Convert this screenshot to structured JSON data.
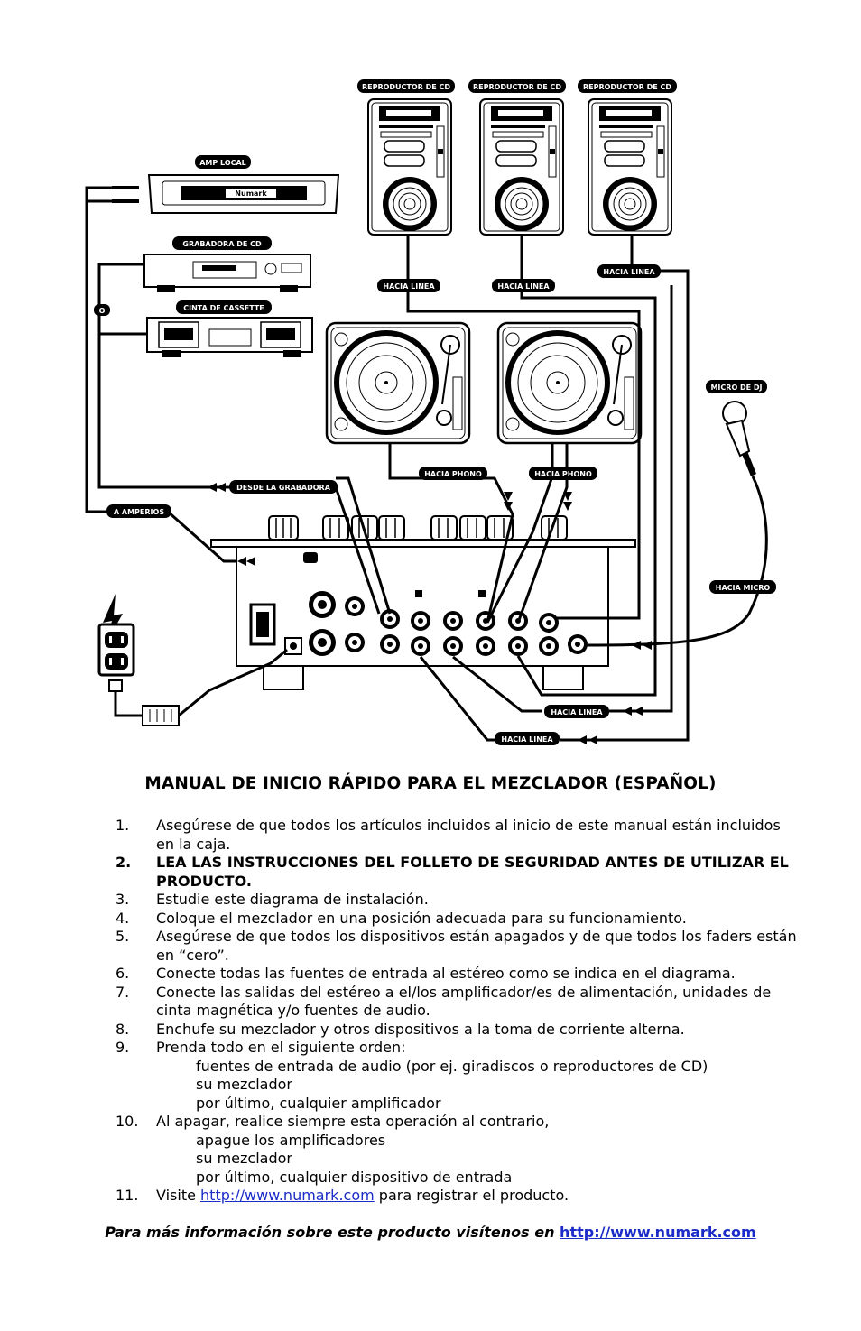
{
  "diagram": {
    "labels": {
      "cd1": "REPRODUCTOR DE CD",
      "cd2": "REPRODUCTOR DE CD",
      "cd3": "REPRODUCTOR DE CD",
      "amp": "AMP LOCAL",
      "cd_recorder": "GRABADORA DE CD",
      "cassette": "CINTA DE CASSETTE",
      "or": "O",
      "line1": "HACIA LINEA",
      "line2": "HACIA LINEA",
      "line3": "HACIA LINEA",
      "mic_dj": "MICRO DE DJ",
      "phono1": "HACIA PHONO",
      "phono2": "HACIA PHONO",
      "from_recorder": "DESDE LA GRABADORA",
      "to_amps": "A AMPERIOS",
      "to_mic": "HACIA MICRO",
      "line4": "HACIA LINEA",
      "line5": "HACIA LINEA"
    },
    "brand": "Numark"
  },
  "title": "MANUAL DE INICIO RÁPIDO PARA EL MEZCLADOR (ESPAÑOL)",
  "steps": [
    {
      "n": "1.",
      "text": "Asegúrese de que todos los artículos incluidos al inicio de este manual están incluidos en la caja."
    },
    {
      "n": "2.",
      "text": "LEA LAS INSTRUCCIONES DEL FOLLETO DE SEGURIDAD ANTES DE UTILIZAR EL PRODUCTO."
    },
    {
      "n": "3.",
      "text": "Estudie este diagrama de instalación."
    },
    {
      "n": "4.",
      "text": "Coloque el mezclador en una posición adecuada para su funcionamiento."
    },
    {
      "n": "5.",
      "text": "Asegúrese de que todos los dispositivos están apagados y de que todos los faders están en “cero”."
    },
    {
      "n": "6.",
      "text": "Conecte todas las fuentes de entrada al estéreo como se indica en el diagrama."
    },
    {
      "n": "7.",
      "text": "Conecte las salidas del estéreo a el/los amplificador/es de alimentación, unidades de cinta magnética y/o fuentes de audio."
    },
    {
      "n": "8.",
      "text": "Enchufe su mezclador y otros dispositivos a la toma de corriente alterna."
    },
    {
      "n": "9.",
      "text": "Prenda todo en el siguiente orden:"
    },
    {
      "n": "10.",
      "text": "Al apagar, realice siempre esta operación al contrario,"
    },
    {
      "n": "11.",
      "text_before": "Visite",
      "link": "http://www.numark.com",
      "text_after": "para registrar el producto."
    }
  ],
  "step9_sub": [
    "fuentes de entrada de audio (por ej. giradiscos o reproductores de CD)",
    "su mezclador",
    "por último, cualquier amplificador"
  ],
  "step10_sub": [
    "apague los amplificadores",
    "su mezclador",
    "por último, cualquier dispositivo de entrada"
  ],
  "footer": {
    "text": "Para más información sobre este producto visítenos en",
    "link": "http://www.numark.com"
  }
}
